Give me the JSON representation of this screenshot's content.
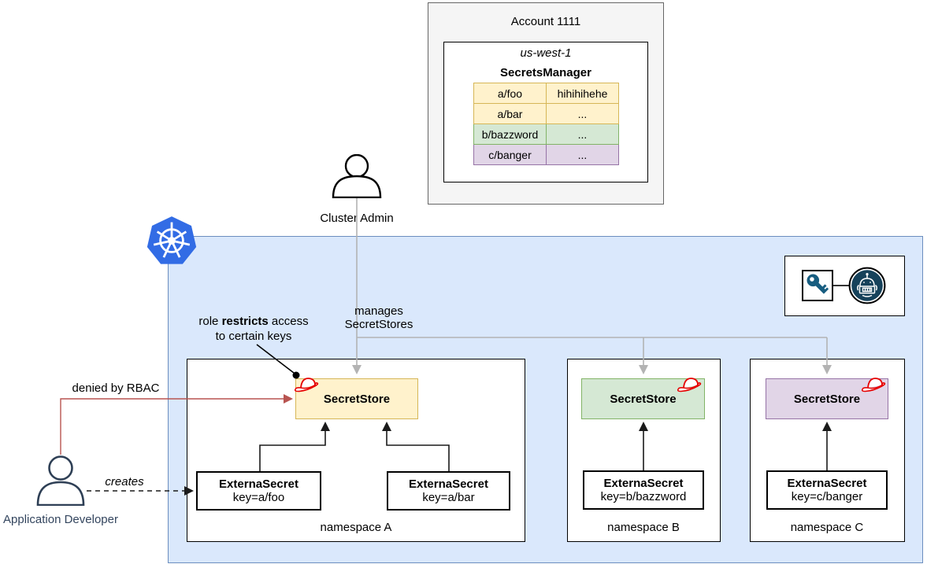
{
  "aws": {
    "account_title": "Account 1111",
    "region": "us-west-1",
    "service": "SecretsManager",
    "table": {
      "rows": [
        {
          "key": "a/foo",
          "value": "hihihihehe"
        },
        {
          "key": "a/bar",
          "value": "..."
        },
        {
          "key": "b/bazzword",
          "value": "..."
        },
        {
          "key": "c/banger",
          "value": "..."
        }
      ]
    }
  },
  "actors": {
    "cluster_admin_label": "Cluster Admin",
    "app_developer_label": "Application Developer"
  },
  "annotations": {
    "manages_line1": "manages",
    "manages_line2": "SecretStores",
    "role_restricts_pre": "role ",
    "role_restricts_bold": "restricts",
    "role_restricts_post": " access",
    "role_restricts_line2": "to certain keys",
    "denied_label": "denied by RBAC",
    "creates_label": "creates"
  },
  "namespaces": [
    {
      "label": "namespace A",
      "secret_store": "SecretStore",
      "external_secrets": [
        {
          "title": "ExternaSecret",
          "key": "key=a/foo"
        },
        {
          "title": "ExternaSecret",
          "key": "key=a/bar"
        }
      ]
    },
    {
      "label": "namespace B",
      "secret_store": "SecretStore",
      "external_secrets": [
        {
          "title": "ExternaSecret",
          "key": "key=b/bazzword"
        }
      ]
    },
    {
      "label": "namespace C",
      "secret_store": "SecretStore",
      "external_secrets": [
        {
          "title": "ExternaSecret",
          "key": "key=c/banger"
        }
      ]
    }
  ],
  "icons": {
    "kubernetes": "kubernetes-logo",
    "key": "key-icon",
    "robot": "external-secrets-operator-robot",
    "redhat": "redhat-fedora",
    "person": "person-actor"
  },
  "colors": {
    "cluster_fill": "#dae8fc",
    "cluster_border": "#6c8ebf",
    "yellow_fill": "#fff2cc",
    "yellow_border": "#d6b656",
    "green_fill": "#d5e8d4",
    "green_border": "#82b366",
    "purple_fill": "#e1d5e7",
    "purple_border": "#9673a6",
    "account_fill": "#f5f5f5",
    "kubernetes_blue": "#326ce5",
    "denied_red": "#b85450",
    "redhat_red": "#e60000",
    "eso_navy": "#16425b",
    "key_navy": "#175d80",
    "gray_connector": "#b3b3b3",
    "developer_navy": "#33455e"
  }
}
